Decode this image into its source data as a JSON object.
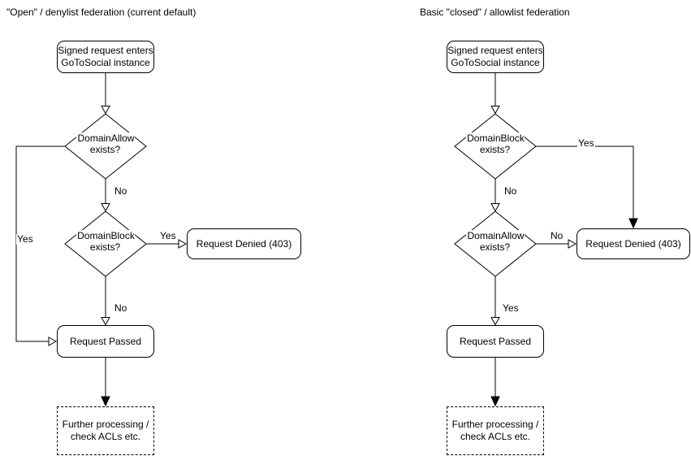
{
  "left": {
    "title": "\"Open\" / denylist federation (current default)",
    "nodes": {
      "start": "Signed request enters\nGoToSocial instance",
      "decision1": "DomainAllow\nexists?",
      "decision2": "DomainBlock\nexists?",
      "denied": "Request Denied (403)",
      "passed": "Request Passed",
      "further": "Further processing /\ncheck ACLs etc."
    },
    "labels": {
      "d1_no": "No",
      "d1_yes": "Yes",
      "d2_yes": "Yes",
      "d2_no": "No"
    }
  },
  "right": {
    "title": "Basic \"closed\" / allowlist federation",
    "nodes": {
      "start": "Signed request enters\nGoToSocial instance",
      "decision1": "DomainBlock\nexists?",
      "decision2": "DomainAllow\nexists?",
      "denied": "Request Denied (403)",
      "passed": "Request Passed",
      "further": "Further processing /\ncheck ACLs etc."
    },
    "labels": {
      "d1_yes": "Yes",
      "d1_no": "No",
      "d2_no": "No",
      "d2_yes": "Yes"
    }
  },
  "colors": {
    "stroke": "#000000",
    "node_fill": "#ffffff",
    "text": "#000000",
    "background": "#ffffff"
  }
}
